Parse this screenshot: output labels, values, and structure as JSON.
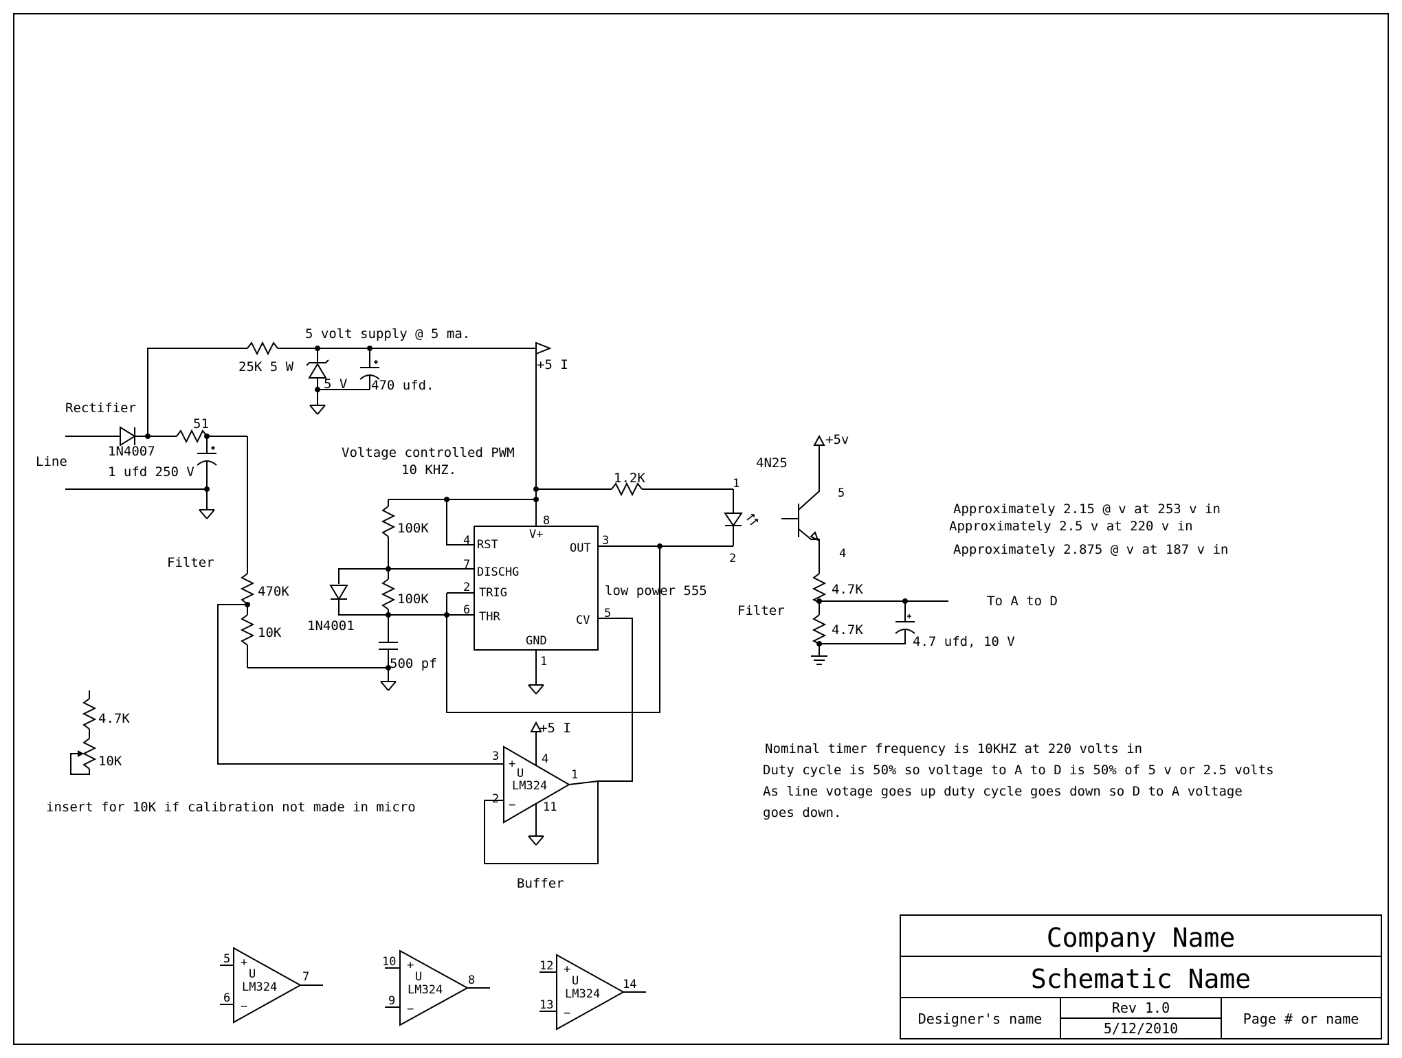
{
  "circuit": {
    "supply_title": "5 volt supply @ 5 ma.",
    "r_25k": "25K 5 W",
    "zener_5v": "5 V",
    "cap_470": "470 ufd.",
    "vcc_top": "+5 I",
    "rectifier": "Rectifier",
    "diode_in": "1N4007",
    "r_51": "51",
    "line": "Line",
    "cap_1u": "1 ufd 250 V",
    "filter_left": "Filter",
    "r_470k": "470K",
    "r_10k": "10K",
    "pwm_title": "Voltage controlled PWM",
    "pwm_freq": "10 KHZ.",
    "r_100k_a": "100K",
    "r_100k_b": "100K",
    "diode_1n4001": "1N4001",
    "cap_500pf": "500 pf",
    "r_1k2": "1.2K",
    "ic555_desc": "low power 555",
    "ic555_pins": {
      "p8": "8",
      "vplus": "V+",
      "p4": "4",
      "rst": "RST",
      "p7": "7",
      "dischg": "DISCHG",
      "p2": "2",
      "trig": "TRIG",
      "p6": "6",
      "thr": "THR",
      "p3": "3",
      "out": "OUT",
      "p5": "5",
      "cv": "CV",
      "gnd": "GND",
      "p1": "1"
    },
    "opto": "4N25",
    "opto_pins": {
      "p1": "1",
      "p2": "2",
      "p5": "5",
      "p4": "4"
    },
    "vcc_right": "+5v",
    "r_4k7_top": "4.7K",
    "r_4k7_bot": "4.7K",
    "filter_right": "Filter",
    "to_adc": "To A to D",
    "cap_4u7": "4.7 ufd, 10 V",
    "approx": [
      "Approximately 2.15 @ v at 253 v in",
      "Approximately 2.5 v at 220 v in",
      "Approximately 2.875 @ v at 187 v in"
    ],
    "buffer": {
      "vcc": "+5 I",
      "u": "U",
      "part": "LM324",
      "p3": "3",
      "p4": "4",
      "p1": "1",
      "p2": "2",
      "p11": "11",
      "plus": "+",
      "minus": "−",
      "label": "Buffer"
    },
    "notes": [
      "Nominal timer frequency is 10KHZ at 220 volts in",
      "Duty cycle is 50% so voltage to A to D is 50% of 5 v or 2.5 volts",
      "As line votage goes up duty cycle goes down so D to A voltage",
      "goes down."
    ],
    "insert": {
      "r_4k7": "4.7K",
      "pot_10k": "10K",
      "text": "insert for 10K if calibration not made in micro"
    },
    "spares": [
      {
        "in_plus": "5",
        "in_minus": "6",
        "out": "7",
        "u": "U",
        "part": "LM324"
      },
      {
        "in_plus": "10",
        "in_minus": "9",
        "out": "8",
        "u": "U",
        "part": "LM324"
      },
      {
        "in_plus": "12",
        "in_minus": "13",
        "out": "14",
        "u": "U",
        "part": "LM324"
      }
    ]
  },
  "title_block": {
    "company": "Company Name",
    "schematic": "Schematic Name",
    "designer": "Designer's name",
    "rev": "Rev 1.0",
    "date": "5/12/2010",
    "page": "Page # or name"
  }
}
